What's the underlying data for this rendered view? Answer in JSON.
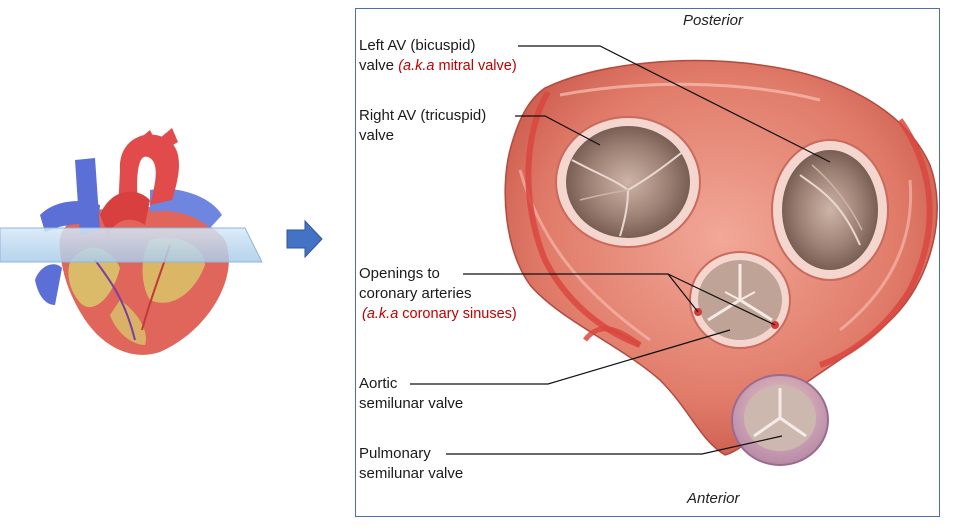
{
  "orientation": {
    "top": "Posterior",
    "bottom": "Anterior"
  },
  "labels": {
    "left_av": {
      "line1": "Left AV (bicuspid)",
      "line2": "valve",
      "aka_prefix": "(a.k.a",
      "aka_rest": " mitral valve)"
    },
    "right_av": {
      "line1": "Right AV (tricuspid)",
      "line2": "valve"
    },
    "coronary": {
      "line1": "Openings to",
      "line2": "coronary arteries",
      "aka_prefix": "(a.k.a",
      "aka_rest": " coronary sinuses)"
    },
    "aortic": {
      "line1": "Aortic",
      "line2": "semilunar valve"
    },
    "pulmonary": {
      "line1": "Pulmonary",
      "line2": "semilunar valve"
    }
  },
  "colors": {
    "frame": "#4a6fb5",
    "aka_text": "#c00000",
    "arrow": "#4472c4",
    "muscle": "#e07a68",
    "vessel_red": "#e24b4b",
    "vessel_blue": "#5b6fd6",
    "plane": "#bcd8f0"
  }
}
